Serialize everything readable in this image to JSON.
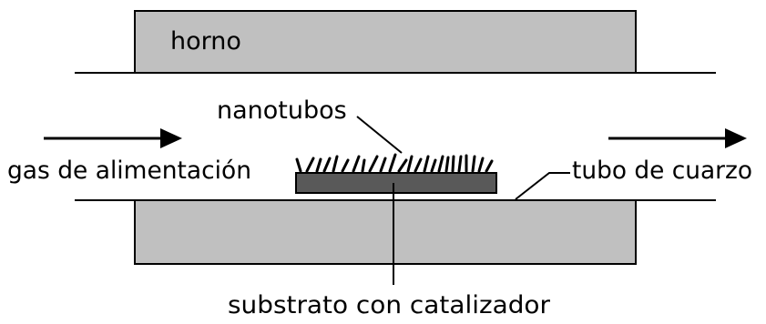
{
  "labels": {
    "furnace": "horno",
    "nanotubes": "nanotubos",
    "feed_gas": "gas de alimentación",
    "quartz_tube": "tubo de cuarzo",
    "substrate": "substrato con catalizador"
  },
  "colors": {
    "furnace_fill": "#c0c0c0",
    "substrate_fill": "#595959",
    "stroke": "#000000",
    "background": "#ffffff"
  }
}
